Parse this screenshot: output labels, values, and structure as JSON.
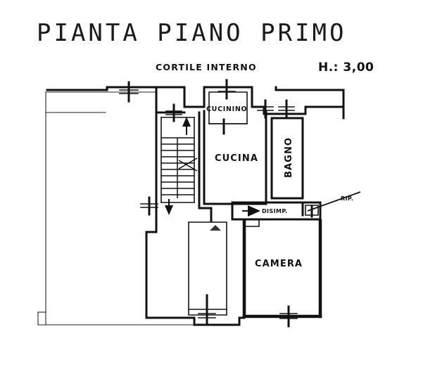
{
  "document": {
    "title": "PIANTA PIANO PRIMO",
    "subtitle": "CORTILE INTERNO",
    "height_note": "H.: 3,00"
  },
  "rooms": [
    {
      "id": "cucinino",
      "label": "CUCININO"
    },
    {
      "id": "cucina",
      "label": "CUCINA"
    },
    {
      "id": "bagno",
      "label": "BAGNO"
    },
    {
      "id": "disimpegno",
      "label": "DISIMP."
    },
    {
      "id": "camera",
      "label": "CAMERA"
    },
    {
      "id": "ripostiglio",
      "label": "RIP."
    }
  ],
  "colors": {
    "ink": "#111111",
    "paper": "#ffffff"
  }
}
